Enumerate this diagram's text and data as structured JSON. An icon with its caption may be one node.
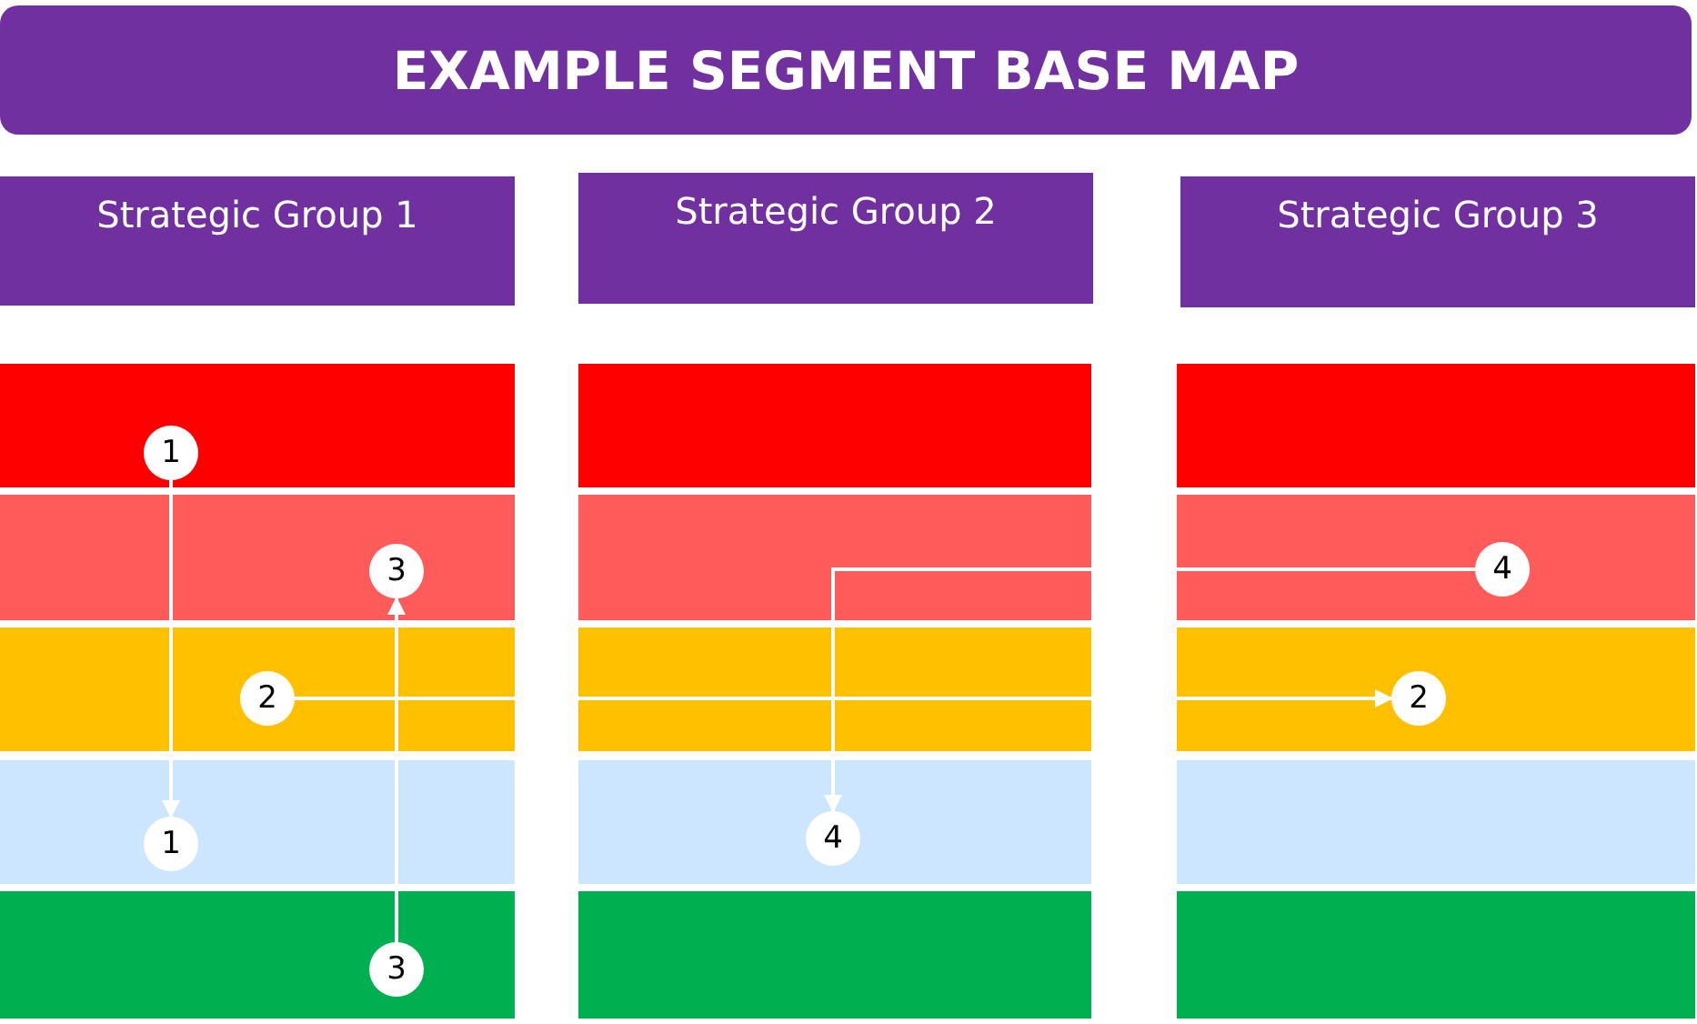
{
  "diagram": {
    "title": "EXAMPLE SEGMENT BASE MAP",
    "nodes": [
      {
        "text": [
          "Strategic Group 1"
        ]
      },
      {
        "text": [
          "Strategic Group 2"
        ]
      },
      {
        "text": [
          "Strategic Group 3"
        ]
      },
      {
        "text": [
          "1"
        ]
      },
      {
        "text": [
          "3"
        ]
      },
      {
        "text": [
          "4"
        ]
      },
      {
        "text": [
          "2"
        ]
      },
      {
        "text": [
          "2"
        ]
      },
      {
        "text": [
          "4"
        ]
      },
      {
        "text": [
          "1"
        ]
      },
      {
        "text": [
          "3"
        ]
      }
    ],
    "edges": [
      {
        "from": 3,
        "to": 9,
        "arrow": "to"
      },
      {
        "from": 6,
        "to": 7,
        "arrow": "to"
      },
      {
        "from": 10,
        "to": 4,
        "arrow": "to"
      },
      {
        "from": 5,
        "to": 8,
        "arrow": "to"
      }
    ]
  }
}
